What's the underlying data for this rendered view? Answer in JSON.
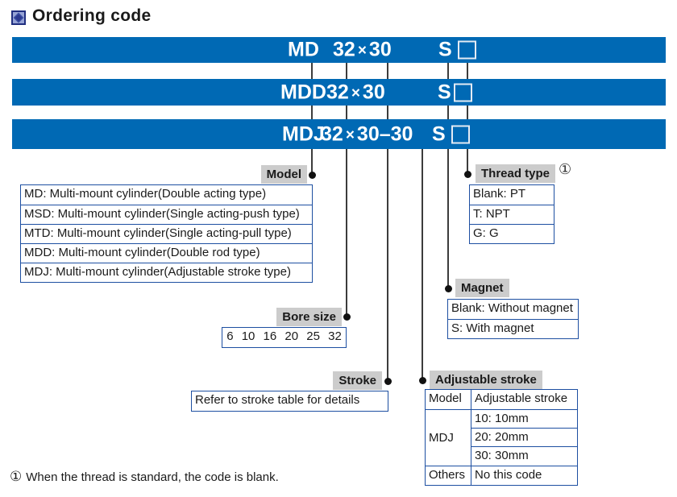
{
  "page": {
    "title": "Ordering code",
    "footnote_symbol": "①",
    "footnote_text": "When the thread is standard, the code is blank."
  },
  "code_bars": [
    {
      "model": "MD",
      "bore": "32",
      "times": "×",
      "stroke": "30",
      "suffix": "",
      "magnet": "S"
    },
    {
      "model": "MDD",
      "bore": "32",
      "times": "×",
      "stroke": "30",
      "suffix": "",
      "magnet": "S"
    },
    {
      "model": "MDJ",
      "bore": "32",
      "times": "×",
      "stroke": "30",
      "suffix": "–30",
      "magnet": "S"
    }
  ],
  "sections": {
    "model": {
      "label": "Model",
      "rows": [
        "MD: Multi-mount cylinder(Double acting type)",
        "MSD: Multi-mount cylinder(Single acting-push type)",
        "MTD: Multi-mount cylinder(Single acting-pull type)",
        "MDD: Multi-mount cylinder(Double rod type)",
        "MDJ: Multi-mount cylinder(Adjustable stroke type)"
      ]
    },
    "thread_type": {
      "label": "Thread type",
      "note_ref": "①",
      "rows": [
        "Blank: PT",
        "T: NPT",
        "G: G"
      ]
    },
    "bore_size": {
      "label": "Bore size",
      "values_display": "6 10 16 20 25 32"
    },
    "magnet": {
      "label": "Magnet",
      "rows": [
        "Blank: Without magnet",
        "S: With magnet"
      ]
    },
    "stroke": {
      "label": "Stroke",
      "rows": [
        "Refer to stroke table for details"
      ]
    },
    "adjustable_stroke": {
      "label": "Adjustable stroke",
      "headers": [
        "Model",
        "Adjustable stroke"
      ],
      "model_cell": "MDJ",
      "model_rows": [
        "10: 10mm",
        "20: 20mm",
        "30: 30mm"
      ],
      "other_row": {
        "model": "Others",
        "value": "No this code"
      }
    }
  },
  "colors": {
    "bar_blue": "#0069b4",
    "table_border_blue": "#1d4fa1",
    "label_gray": "#cccccc"
  }
}
